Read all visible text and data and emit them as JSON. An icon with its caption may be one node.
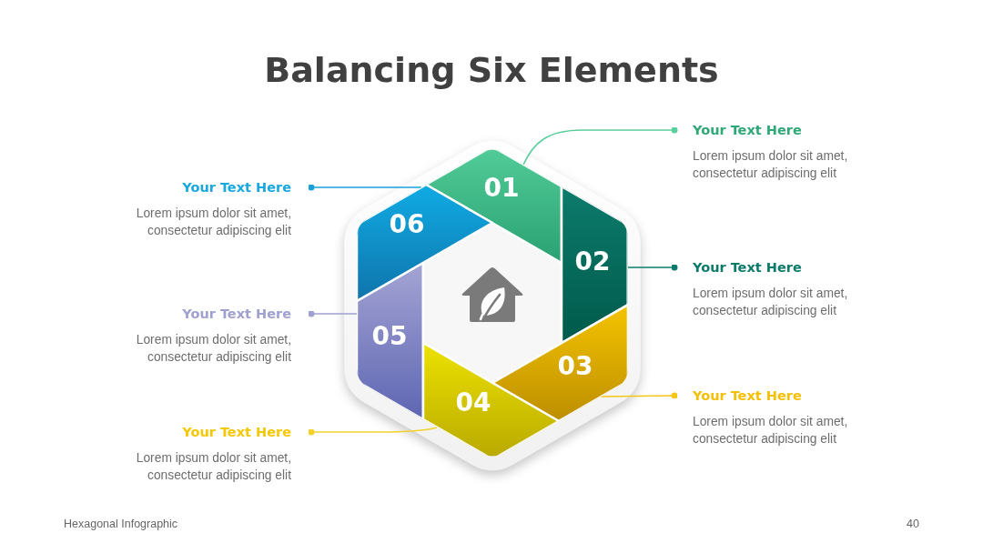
{
  "diagram": {
    "title": "Balancing Six Elements",
    "nodes": [
      {
        "text": [
          "01"
        ]
      },
      {
        "text": [
          "02"
        ]
      },
      {
        "text": [
          "03"
        ]
      },
      {
        "text": [
          "04"
        ]
      },
      {
        "text": [
          "05"
        ]
      },
      {
        "text": [
          "06"
        ]
      },
      {
        "text": [
          "Your Text Here",
          "Lorem ipsum dolor sit amet, consectetur adipiscing elit"
        ]
      },
      {
        "text": [
          "Your Text Here",
          "Lorem ipsum dolor sit amet, consectetur adipiscing elit"
        ]
      },
      {
        "text": [
          "Your Text Here",
          "Lorem ipsum dolor sit amet, consectetur adipiscing elit"
        ]
      },
      {
        "text": [
          "Your Text Here",
          "Lorem ipsum dolor sit amet, consectetur adipiscing elit"
        ]
      },
      {
        "text": [
          "Your Text Here",
          "Lorem ipsum dolor sit amet, consectetur adipiscing elit"
        ]
      },
      {
        "text": [
          "Your Text Here",
          "Lorem ipsum dolor sit amet, consectetur adipiscing elit"
        ]
      }
    ],
    "edges": [
      {
        "from": 6,
        "to": 0,
        "arrow": "other",
        "color": "#5ccd9c"
      },
      {
        "from": 7,
        "to": 1,
        "arrow": "other",
        "color": "#0d7b6c"
      },
      {
        "from": 8,
        "to": 2,
        "arrow": "other",
        "color": "#f5c518"
      },
      {
        "from": 9,
        "to": 3,
        "arrow": "other",
        "color": "#f2d22a"
      },
      {
        "from": 10,
        "to": 4,
        "arrow": "other",
        "color": "#a0a0d0"
      },
      {
        "from": 11,
        "to": 5,
        "arrow": "other",
        "color": "#1aa0d8"
      }
    ],
    "labels": [
      "Hexagonal Infographic",
      "40"
    ]
  }
}
